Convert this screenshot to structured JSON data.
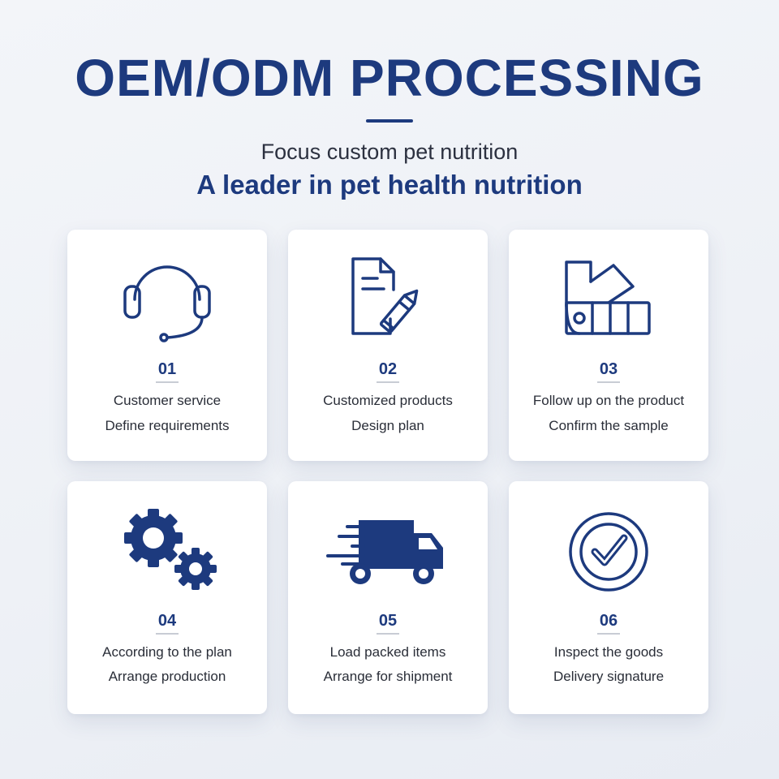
{
  "header": {
    "title": "OEM/ODM PROCESSING",
    "subtitle": "Focus custom pet nutrition",
    "tagline": "A leader in pet health nutrition"
  },
  "accent_color": "#1d3a7e",
  "steps": [
    {
      "number": "01",
      "icon": "headset-icon",
      "line1": "Customer service",
      "line2": "Define requirements"
    },
    {
      "number": "02",
      "icon": "document-pencil-icon",
      "line1": "Customized products",
      "line2": "Design plan"
    },
    {
      "number": "03",
      "icon": "color-swatch-icon",
      "line1": "Follow up on the product",
      "line2": "Confirm the sample"
    },
    {
      "number": "04",
      "icon": "gears-icon",
      "line1": "According to the plan",
      "line2": "Arrange production"
    },
    {
      "number": "05",
      "icon": "delivery-truck-icon",
      "line1": "Load packed items",
      "line2": "Arrange for shipment"
    },
    {
      "number": "06",
      "icon": "check-circle-icon",
      "line1": "Inspect the goods",
      "line2": "Delivery signature"
    }
  ]
}
